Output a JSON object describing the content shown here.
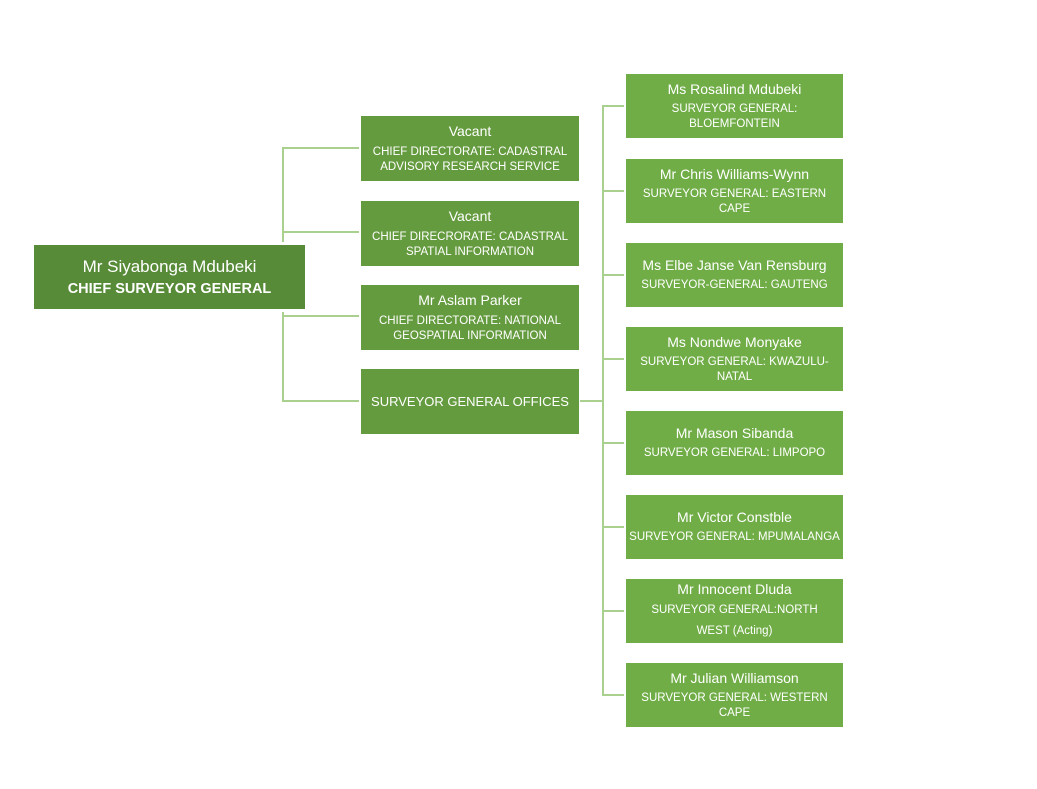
{
  "root": {
    "name": "Mr Siyabonga Mdubeki",
    "title": "CHIEF SURVEYOR GENERAL"
  },
  "directorates": [
    {
      "name": "Vacant",
      "role": "CHIEF DIRECTORATE: CADASTRAL ADVISORY RESEARCH SERVICE"
    },
    {
      "name": "Vacant",
      "role": "CHIEF DIRECRORATE: CADASTRAL SPATIAL INFORMATION"
    },
    {
      "name": "Mr Aslam Parker",
      "role": "CHIEF DIRECTORATE: NATIONAL GEOSPATIAL INFORMATION"
    },
    {
      "name": "",
      "role": "SURVEYOR GENERAL OFFICES"
    }
  ],
  "offices": [
    {
      "name": "Ms Rosalind Mdubeki",
      "role": "SURVEYOR GENERAL: BLOEMFONTEIN"
    },
    {
      "name": "Mr Chris Williams-Wynn",
      "role": "SURVEYOR GENERAL: EASTERN CAPE"
    },
    {
      "name": "Ms Elbe Janse Van Rensburg",
      "role": "SURVEYOR-GENERAL: GAUTENG"
    },
    {
      "name": "Ms Nondwe Monyake",
      "role": "SURVEYOR GENERAL: KWAZULU-NATAL"
    },
    {
      "name": "Mr Mason Sibanda",
      "role": "SURVEYOR GENERAL: LIMPOPO"
    },
    {
      "name": "Mr Victor Constble",
      "role": "SURVEYOR GENERAL: MPUMALANGA"
    },
    {
      "name": "Mr Innocent Dluda",
      "role": "SURVEYOR GENERAL:NORTH WEST (Acting)"
    },
    {
      "name": "Mr Julian Williamson",
      "role": "SURVEYOR GENERAL: WESTERN CAPE"
    }
  ],
  "colors": {
    "root": "#578b38",
    "directorate": "#659b3f",
    "office": "#70ad47",
    "connector": "#a9d08e"
  }
}
